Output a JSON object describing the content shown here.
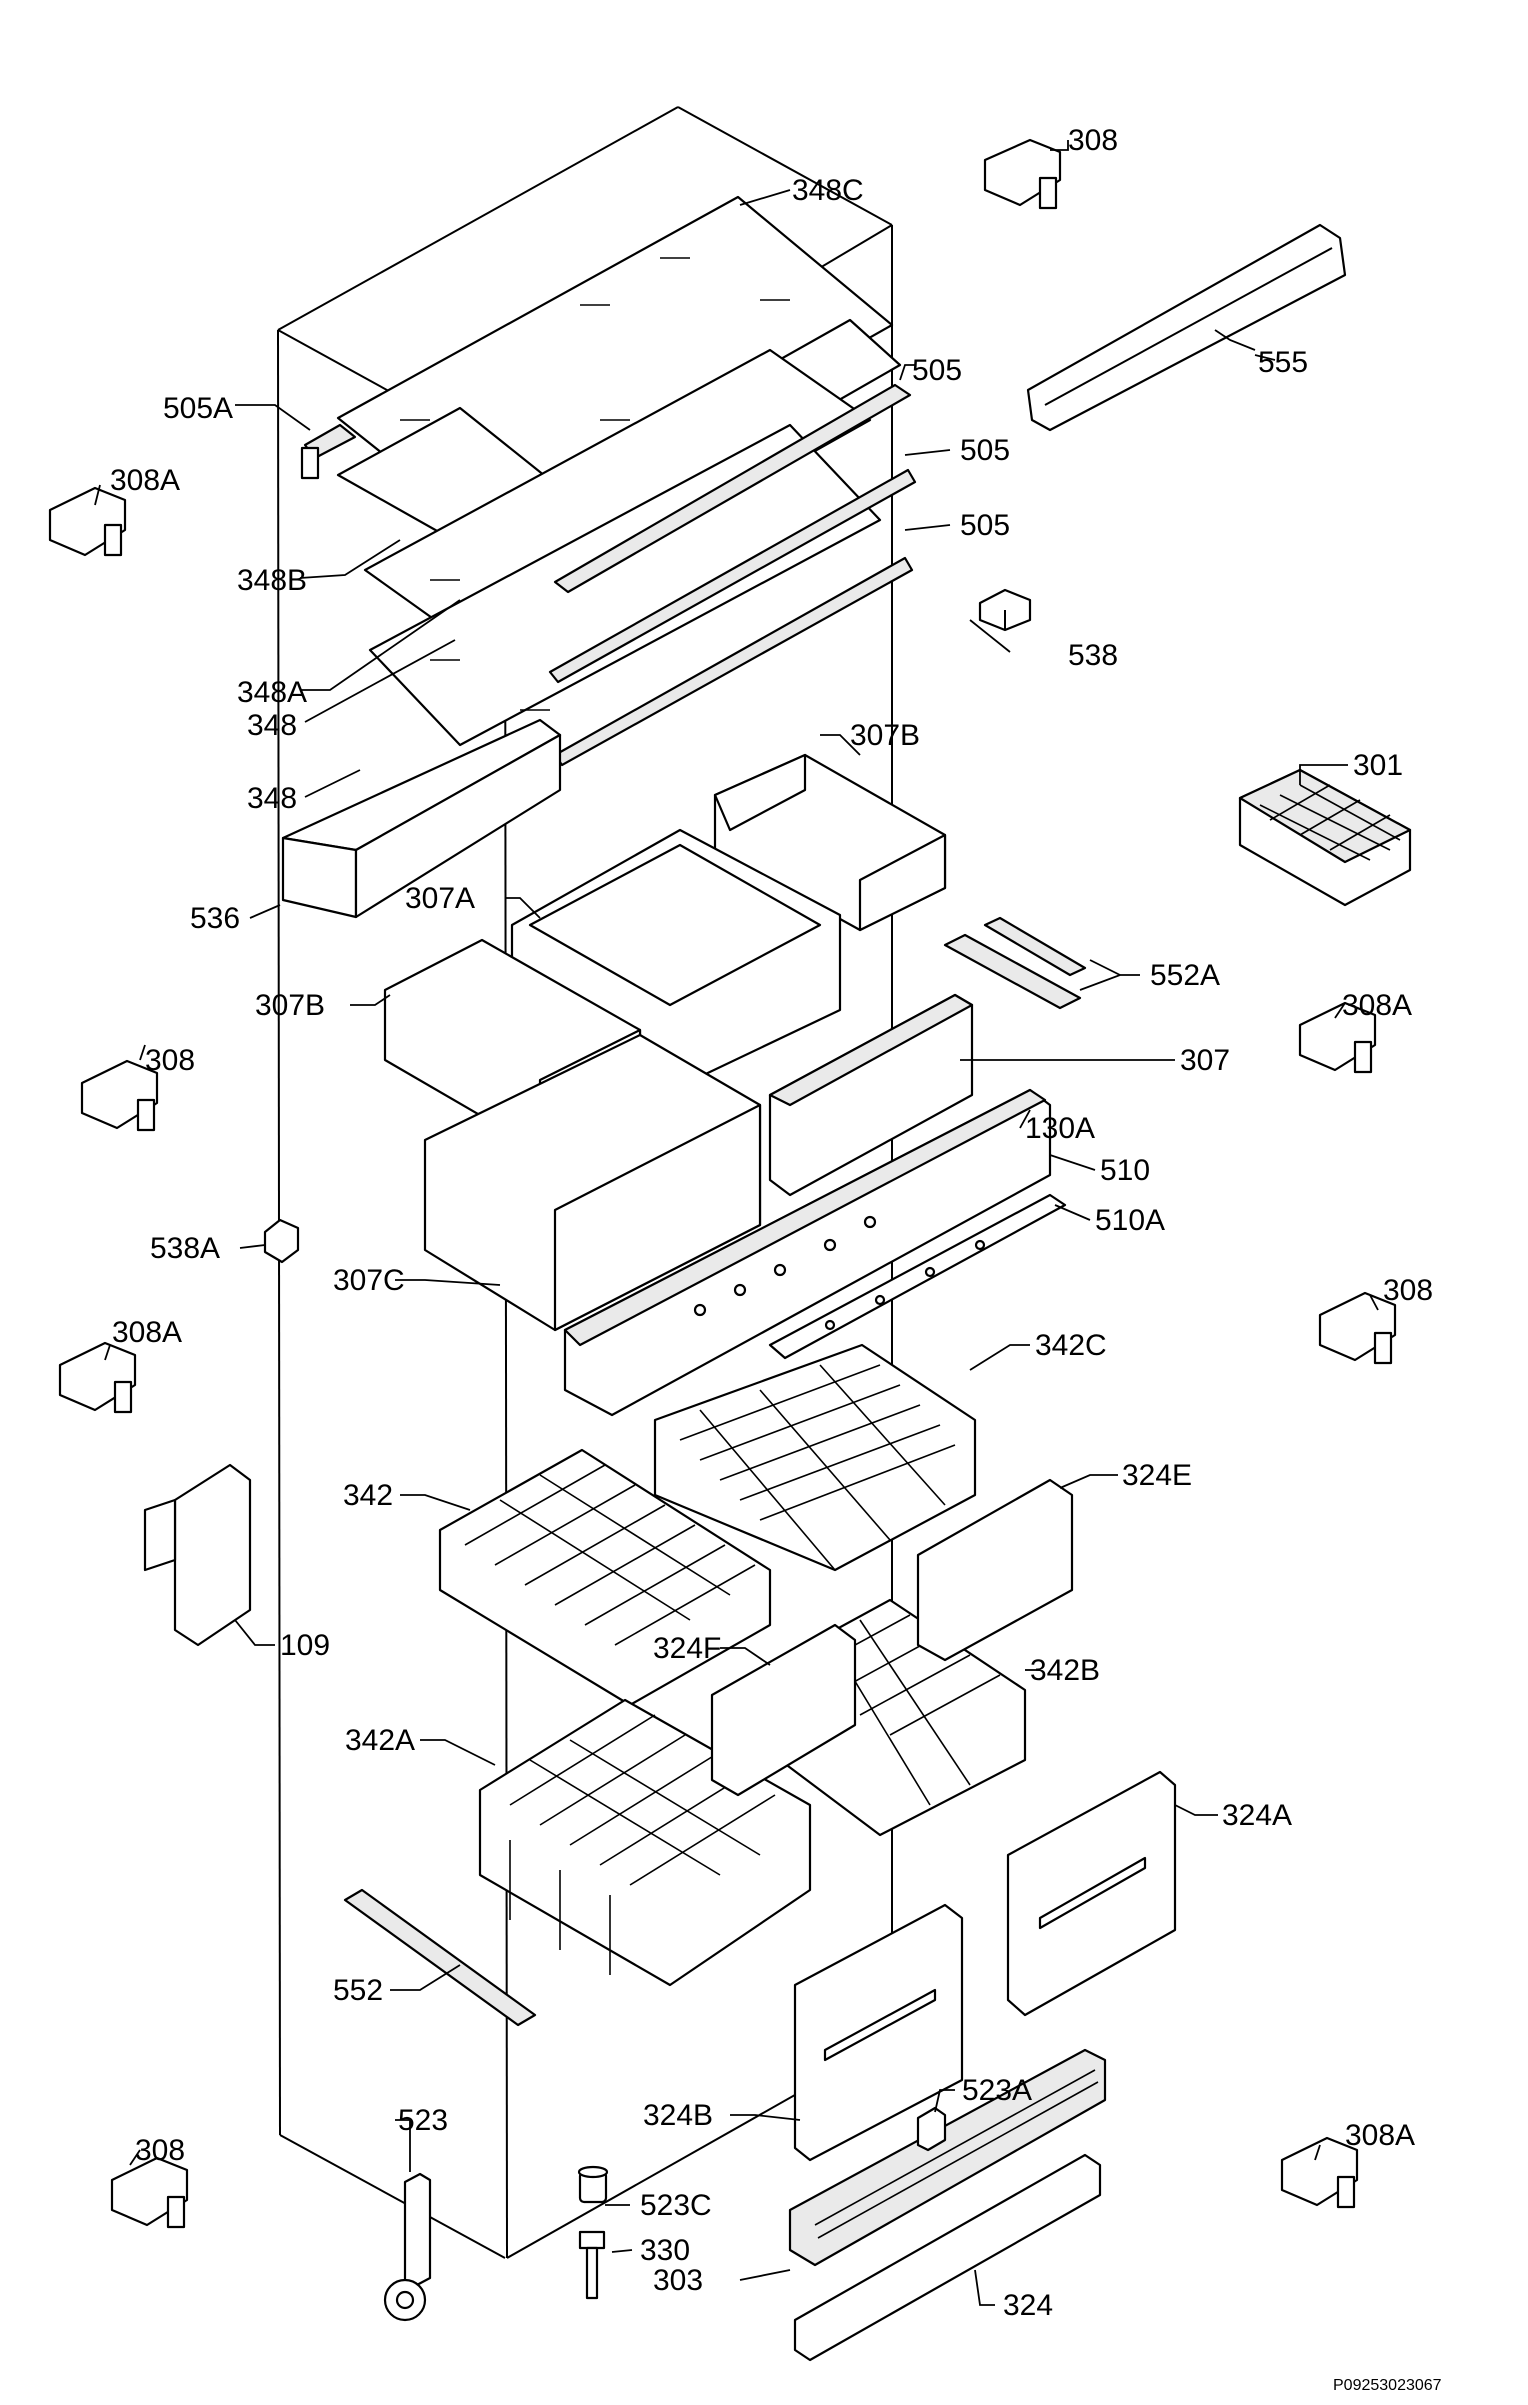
{
  "callouts": [
    {
      "id": "308_top",
      "text": "308"
    },
    {
      "id": "348C",
      "text": "348C"
    },
    {
      "id": "555",
      "text": "555"
    },
    {
      "id": "505_1",
      "text": "505"
    },
    {
      "id": "505A",
      "text": "505A"
    },
    {
      "id": "308A_l1",
      "text": "308A"
    },
    {
      "id": "505_2",
      "text": "505"
    },
    {
      "id": "505_3",
      "text": "505"
    },
    {
      "id": "348B",
      "text": "348B"
    },
    {
      "id": "538",
      "text": "538"
    },
    {
      "id": "348A",
      "text": "348A"
    },
    {
      "id": "348_1",
      "text": "348"
    },
    {
      "id": "307B_t",
      "text": "307B"
    },
    {
      "id": "301",
      "text": "301"
    },
    {
      "id": "348_2",
      "text": "348"
    },
    {
      "id": "307A",
      "text": "307A"
    },
    {
      "id": "536",
      "text": "536"
    },
    {
      "id": "552A",
      "text": "552A"
    },
    {
      "id": "307B_l",
      "text": "307B"
    },
    {
      "id": "308A_r1",
      "text": "308A"
    },
    {
      "id": "308_l2",
      "text": "308"
    },
    {
      "id": "307",
      "text": "307"
    },
    {
      "id": "130A",
      "text": "130A"
    },
    {
      "id": "510",
      "text": "510"
    },
    {
      "id": "510A",
      "text": "510A"
    },
    {
      "id": "538A",
      "text": "538A"
    },
    {
      "id": "307C",
      "text": "307C"
    },
    {
      "id": "308_r2",
      "text": "308"
    },
    {
      "id": "308A_l2",
      "text": "308A"
    },
    {
      "id": "342C",
      "text": "342C"
    },
    {
      "id": "324E",
      "text": "324E"
    },
    {
      "id": "342",
      "text": "342"
    },
    {
      "id": "109",
      "text": "109"
    },
    {
      "id": "324F",
      "text": "324F"
    },
    {
      "id": "342B",
      "text": "342B"
    },
    {
      "id": "342A",
      "text": "342A"
    },
    {
      "id": "324A",
      "text": "324A"
    },
    {
      "id": "552",
      "text": "552"
    },
    {
      "id": "523A",
      "text": "523A"
    },
    {
      "id": "324B",
      "text": "324B"
    },
    {
      "id": "308A_r2",
      "text": "308A"
    },
    {
      "id": "523",
      "text": "523"
    },
    {
      "id": "308_l3",
      "text": "308"
    },
    {
      "id": "523C",
      "text": "523C"
    },
    {
      "id": "330",
      "text": "330"
    },
    {
      "id": "303",
      "text": "303"
    },
    {
      "id": "324",
      "text": "324"
    }
  ],
  "reference_code": "P09253023067"
}
